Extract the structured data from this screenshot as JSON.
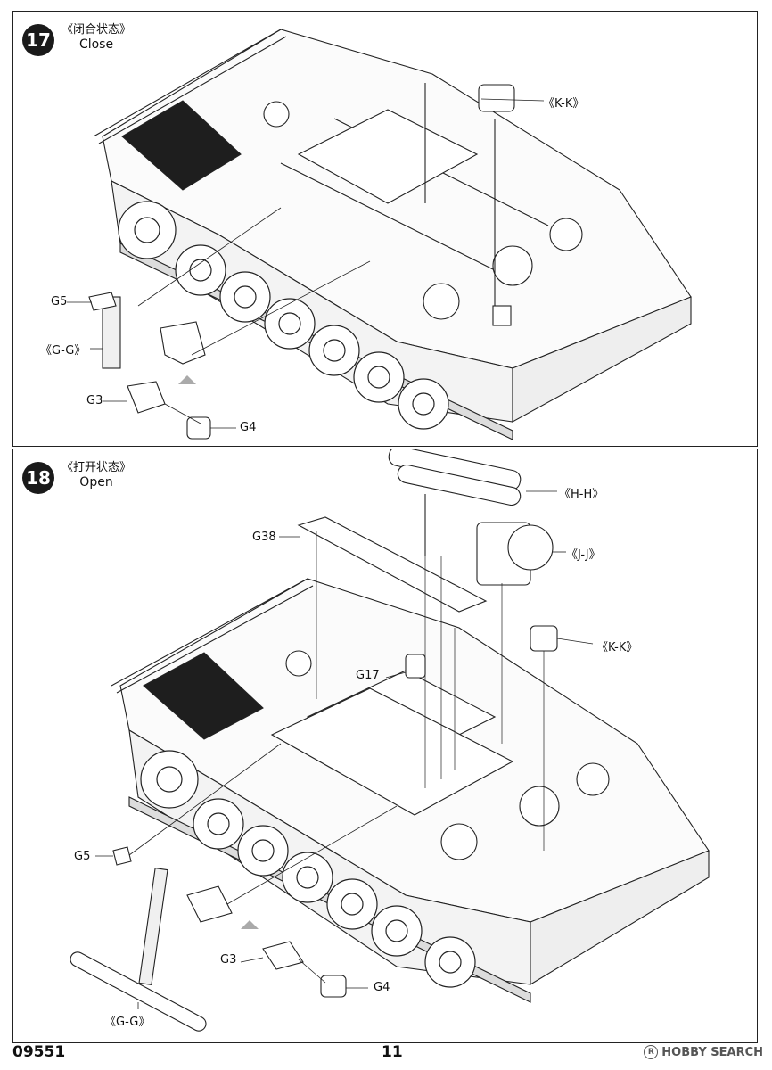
{
  "step17": {
    "number": "17",
    "title_zh": "《闭合状态》",
    "title_en": "Close",
    "labels": {
      "kk": "《K-K》",
      "g5": "G5",
      "gg": "《G-G》",
      "g3": "G3",
      "g4": "G4"
    }
  },
  "step18": {
    "number": "18",
    "title_zh": "《打开状态》",
    "title_en": "Open",
    "labels": {
      "hh": "《H-H》",
      "g38": "G38",
      "jj": "《J-J》",
      "kk": "《K-K》",
      "g17": "G17",
      "g5": "G5",
      "g3": "G3",
      "g4": "G4",
      "gg": "《G-G》"
    }
  },
  "footer": {
    "product_code": "09551",
    "page_number": "11",
    "watermark": "HOBBY SEARCH",
    "watermark_mark": "R"
  }
}
